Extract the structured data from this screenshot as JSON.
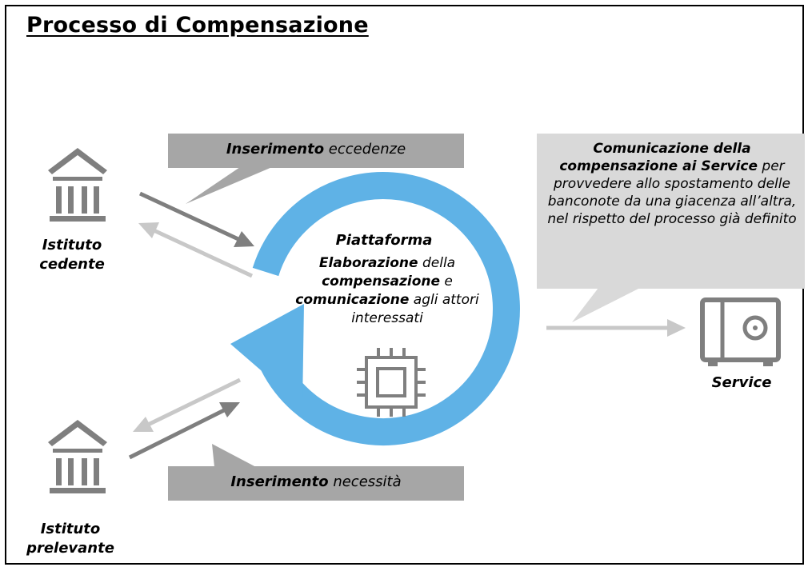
{
  "title": "Processo di Compensazione",
  "colors": {
    "callout_dark": "#a6a6a6",
    "callout_light": "#d9d9d9",
    "cycle_blue": "#5fb2e6",
    "icon_gray": "#7f7f7f",
    "arrow_dark": "#7f7f7f",
    "arrow_light": "#c8c8c8"
  },
  "callout_top": {
    "bold": "Inserimento",
    "rest": " eccedenze"
  },
  "callout_bottom": {
    "bold": "Inserimento",
    "rest": " necessità"
  },
  "platform": {
    "title": "Piattaforma",
    "desc_bold1": "Elaborazione",
    "desc_text1": " della ",
    "desc_bold2": "compensazione",
    "desc_text2": " e ",
    "desc_bold3": "comunicazione",
    "desc_text3": " agli attori interessati",
    "icon": "chip-icon"
  },
  "service_callout": {
    "bold": "Comunicazione della compensazione ai Service",
    "rest": " per provvedere allo spostamento delle banconote da una giacenza all’altra, nel rispetto del processo già definito"
  },
  "actors": {
    "cedente": {
      "label": "Istituto cedente",
      "icon": "bank-icon"
    },
    "prelevante": {
      "label": "Istituto prelevante",
      "icon": "bank-icon"
    },
    "service": {
      "label": "Service",
      "icon": "safe-icon"
    }
  }
}
